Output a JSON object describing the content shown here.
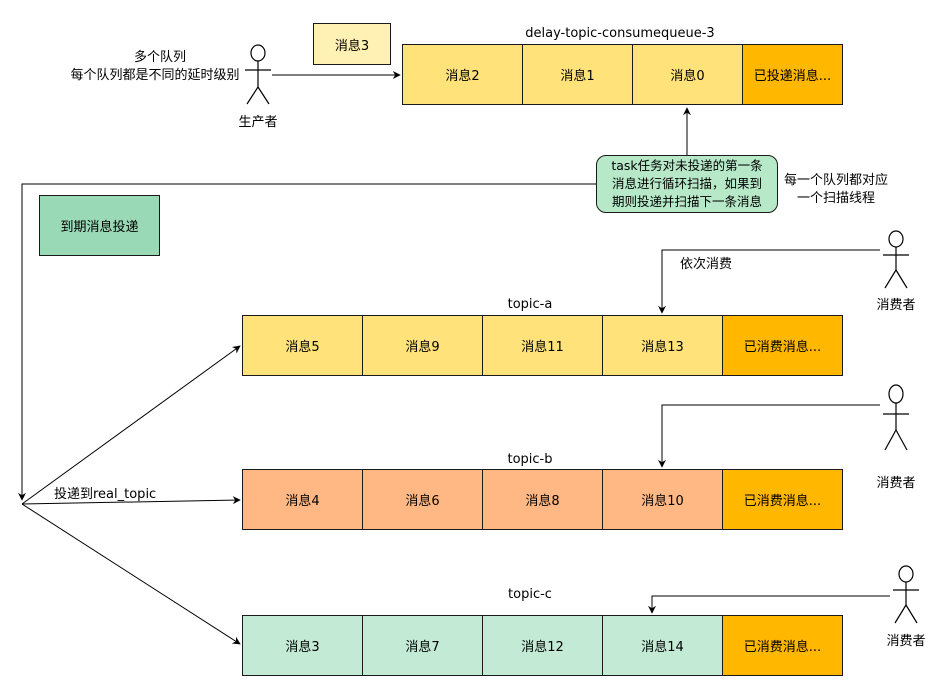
{
  "colors": {
    "delay_cell": "#ffe27a",
    "delay_done": "#ffb700",
    "topic_a": "#ffe27a",
    "topic_b": "#ffb883",
    "topic_c": "#c3ead4",
    "done": "#ffb700",
    "green_box": "#99d9b5",
    "note": "#b7e9c9",
    "pending": "#fff1b3"
  },
  "producer": {
    "label": "生产者",
    "note_line1": "多个队列",
    "note_line2": "每个队列都是不同的延时级别"
  },
  "pending_msg": "消息3",
  "delay_queue": {
    "title": "delay-topic-consumequeue-3",
    "cells": [
      "消息2",
      "消息1",
      "消息0"
    ],
    "done": "已投递消息..."
  },
  "task_note": {
    "line1": "task任务对未投递的第一条",
    "line2": "消息进行循环扫描，如果到",
    "line3": "期则投递并扫描下一条消息"
  },
  "scan_note": {
    "line1": "每一个队列都对应",
    "line2": "一个扫描线程"
  },
  "expire_box": "到期消息投递",
  "deliver_label": "投递到real_topic",
  "consume_label": "依次消费",
  "topics": [
    {
      "title": "topic-a",
      "cells": [
        "消息5",
        "消息9",
        "消息11",
        "消息13"
      ],
      "done": "已消费消息...",
      "consumer": "消费者"
    },
    {
      "title": "topic-b",
      "cells": [
        "消息4",
        "消息6",
        "消息8",
        "消息10"
      ],
      "done": "已消费消息...",
      "consumer": "消费者"
    },
    {
      "title": "topic-c",
      "cells": [
        "消息3",
        "消息7",
        "消息12",
        "消息14"
      ],
      "done": "已消费消息...",
      "consumer": "消费者"
    }
  ]
}
